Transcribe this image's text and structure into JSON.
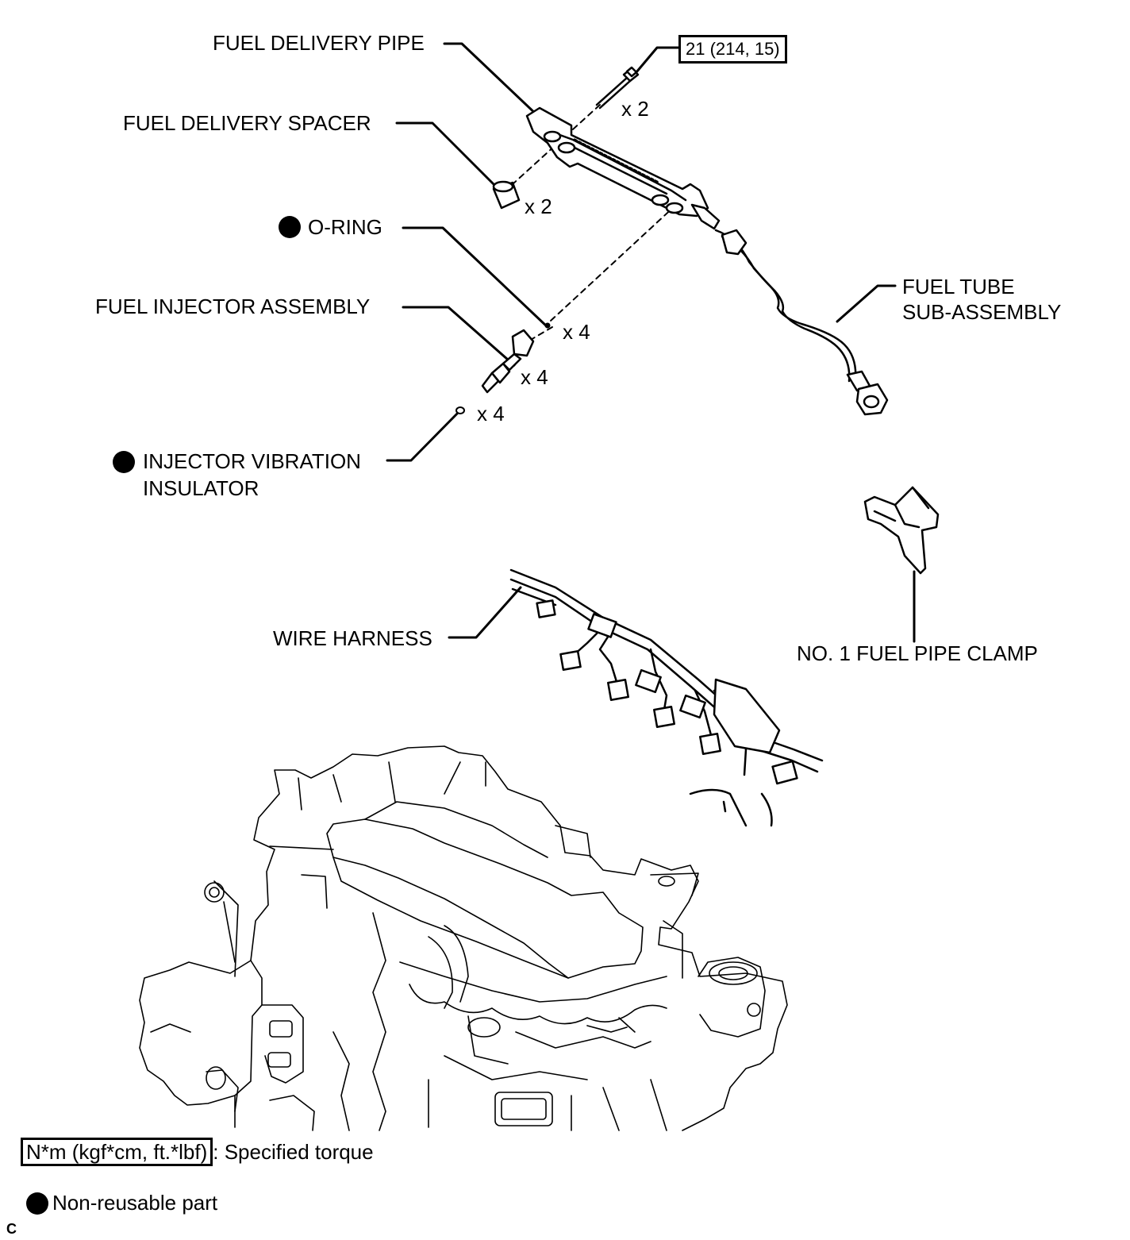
{
  "labels": {
    "fuel_delivery_pipe": "FUEL DELIVERY PIPE",
    "fuel_delivery_spacer": "FUEL DELIVERY SPACER",
    "o_ring": "O-RING",
    "fuel_injector_assembly": "FUEL INJECTOR ASSEMBLY",
    "injector_vibration_insulator_line1": "INJECTOR VIBRATION",
    "injector_vibration_insulator_line2": "INSULATOR",
    "fuel_tube_line1": "FUEL TUBE",
    "fuel_tube_line2": "SUB-ASSEMBLY",
    "wire_harness": "WIRE HARNESS",
    "no1_fuel_pipe_clamp": "NO. 1 FUEL PIPE CLAMP"
  },
  "quantities": {
    "bolt": "x 2",
    "spacer": "x 2",
    "o_ring": "x 4",
    "injector": "x 4",
    "insulator": "x 4"
  },
  "torque": "21 (214, 15)",
  "legend": {
    "torque_unit": "N*m (kgf*cm, ft.*lbf)",
    "torque_desc": ": Specified torque",
    "non_reusable": "Non-reusable part"
  },
  "corner_mark": "C"
}
